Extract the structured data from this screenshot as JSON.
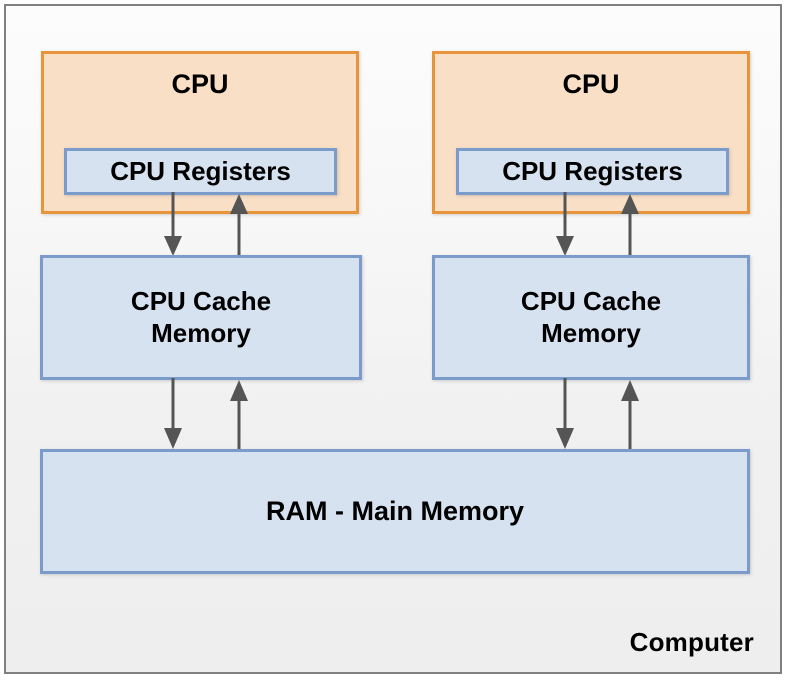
{
  "diagram": {
    "title": "Computer memory hierarchy with two CPUs",
    "frame_label": "Computer",
    "colors": {
      "cpu_fill": "#f9dfc5",
      "cpu_border": "#e8943a",
      "memory_fill": "#d7e2f1",
      "memory_border": "#7b9ccb",
      "arrow": "#555555",
      "frame_border": "#808080",
      "text": "#000000"
    },
    "cpus": [
      {
        "label": "CPU",
        "registers_label": "CPU Registers",
        "cache_label_line1": "CPU Cache",
        "cache_label_line2": "Memory"
      },
      {
        "label": "CPU",
        "registers_label": "CPU Registers",
        "cache_label_line1": "CPU Cache",
        "cache_label_line2": "Memory"
      }
    ],
    "ram": {
      "label": "RAM - Main Memory"
    },
    "arrows": [
      {
        "name": "registers-to-cache-left",
        "direction": "down"
      },
      {
        "name": "cache-to-registers-left",
        "direction": "up"
      },
      {
        "name": "registers-to-cache-right",
        "direction": "down"
      },
      {
        "name": "cache-to-registers-right",
        "direction": "up"
      },
      {
        "name": "cache-to-ram-left",
        "direction": "down"
      },
      {
        "name": "ram-to-cache-left",
        "direction": "up"
      },
      {
        "name": "cache-to-ram-right",
        "direction": "down"
      },
      {
        "name": "ram-to-cache-right",
        "direction": "up"
      }
    ]
  }
}
